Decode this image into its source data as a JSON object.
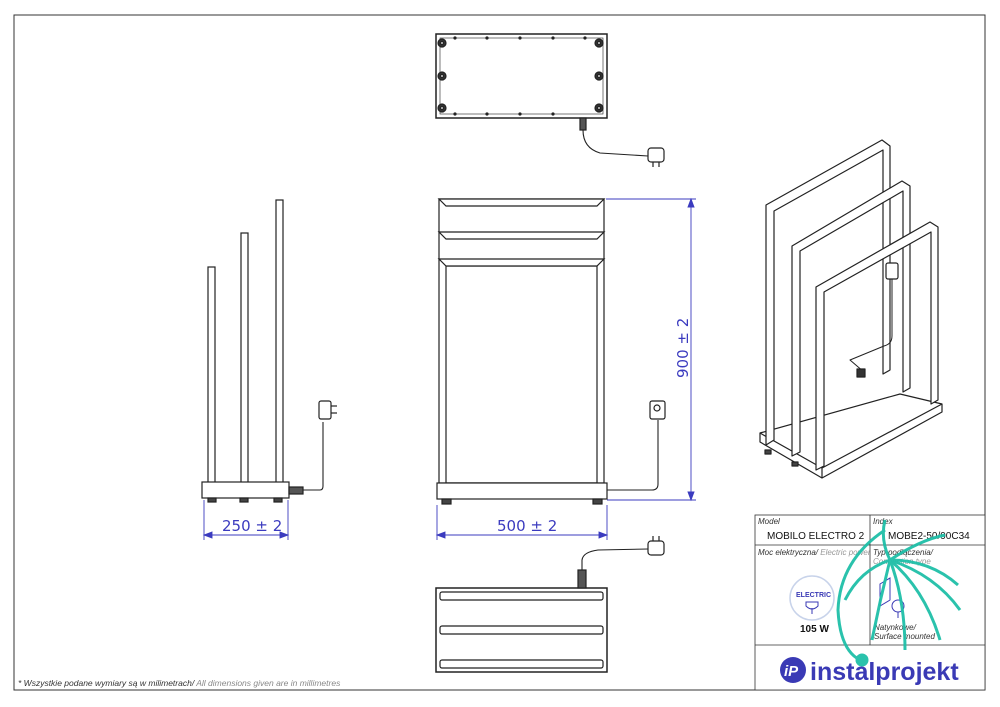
{
  "dimensions": {
    "side_width": "250  ± 2",
    "front_width": "500  ± 2",
    "front_height": "900  ± 2"
  },
  "title_block": {
    "model_label": "Model",
    "model_value": "MOBILO ELECTRO 2",
    "index_label": "Index",
    "index_value": "MOBE2-50/90C34",
    "power_label_pl": "Moc elektryczna/",
    "power_label_en": " Electric power",
    "power_icon_text": "ELECTRIC",
    "power_value": "105 W",
    "connection_label_pl": "Typ podłączenia/",
    "connection_label_en": "Connection type",
    "connection_value_pl": "Natynkowe/",
    "connection_value_en": "Surface mounted"
  },
  "footnote": {
    "pl": "* Wszystkie podane wymiary są w milimetrach/",
    "en": " All dimensions given are in millimetres"
  },
  "brand": {
    "name": "instalprojekt",
    "badge": "iP",
    "color": "#3a3ab5",
    "watermark_color": "#1fbfa8"
  }
}
